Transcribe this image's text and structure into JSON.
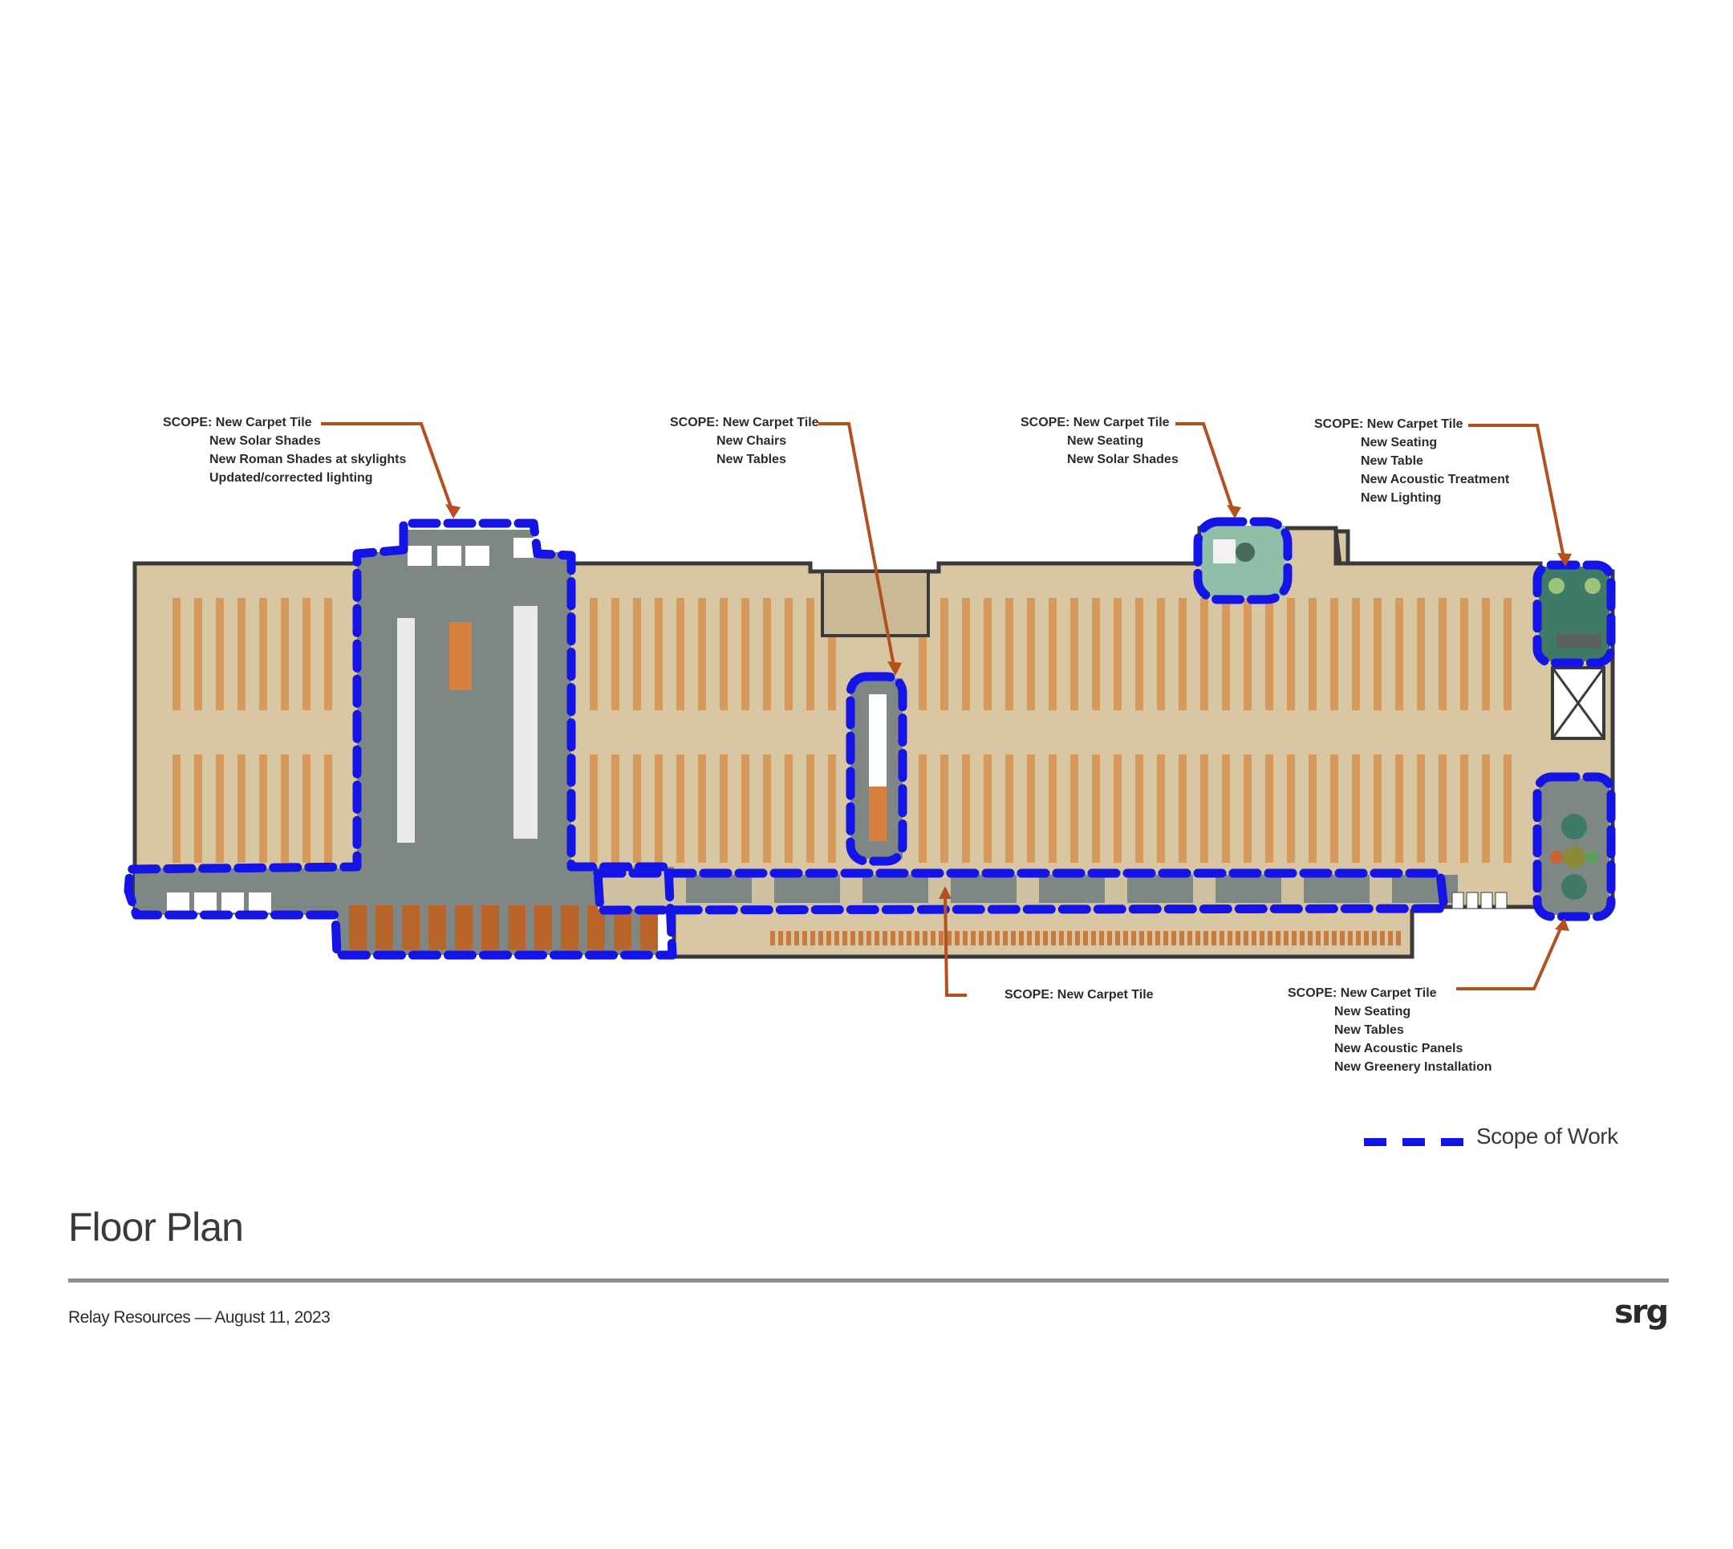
{
  "colors": {
    "scope_line": "#1414e6",
    "arrow": "#b4501e",
    "floor": "#d8c7a2",
    "workstation": "#d89a5a",
    "gray_area": "#7e8783",
    "wall": "#3a3a3a"
  },
  "callouts": [
    {
      "id": "left-collab",
      "lines": [
        "SCOPE: New Carpet Tile",
        "New Solar Shades",
        "New Roman Shades at skylights",
        "Updated/corrected lighting"
      ]
    },
    {
      "id": "center-bench",
      "lines": [
        "SCOPE: New Carpet Tile",
        "New Chairs",
        "New Tables"
      ]
    },
    {
      "id": "upper-room",
      "lines": [
        "SCOPE: New Carpet Tile",
        "New Seating",
        "New Solar Shades"
      ]
    },
    {
      "id": "top-right-lounge",
      "lines": [
        "SCOPE: New Carpet Tile",
        "New Seating",
        "New Table",
        "New Acoustic Treatment",
        "New Lighting"
      ]
    },
    {
      "id": "corridor",
      "lines": [
        "SCOPE: New Carpet Tile"
      ]
    },
    {
      "id": "bottom-right-lounge",
      "lines": [
        "SCOPE: New Carpet Tile",
        "New Seating",
        "New Tables",
        "New Acoustic Panels",
        "New Greenery Installation"
      ]
    }
  ],
  "legend": {
    "label": "Scope of Work",
    "icon": "dashed-line-icon"
  },
  "title": "Floor Plan",
  "footer": "Relay Resources — August 11, 2023",
  "logo": "srg"
}
